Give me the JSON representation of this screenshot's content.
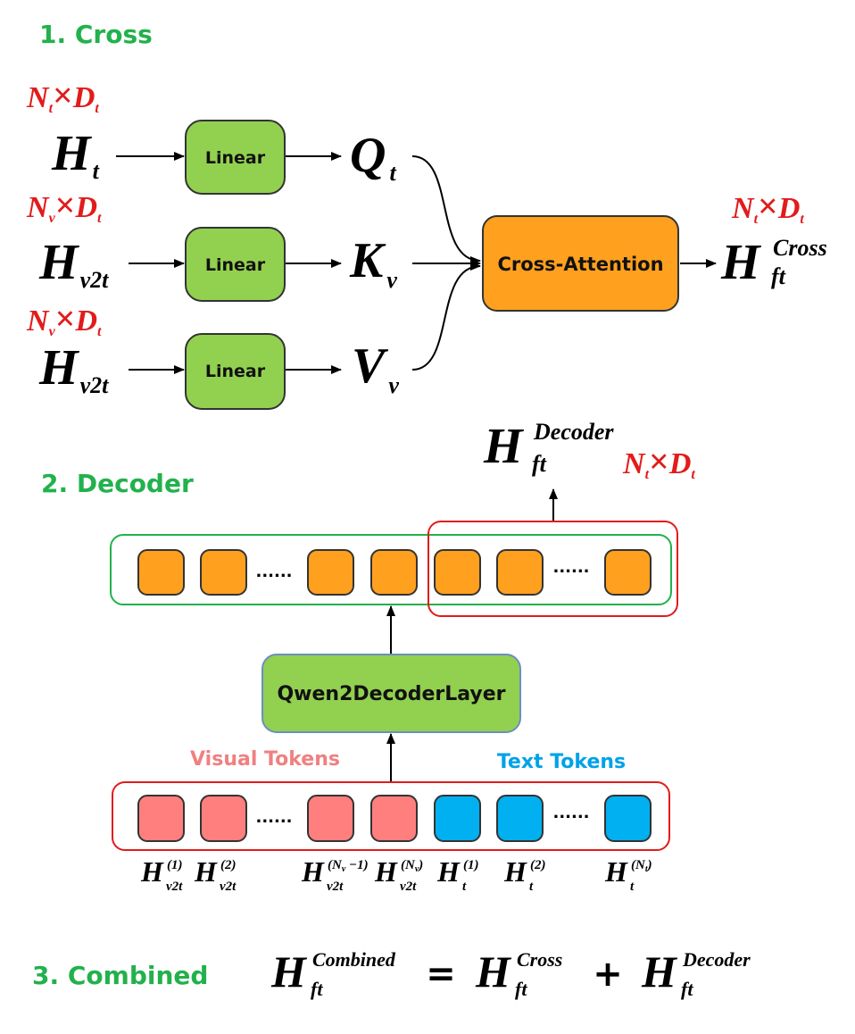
{
  "section1": {
    "title": "1. Cross"
  },
  "section2": {
    "title": "2. Decoder"
  },
  "section3": {
    "title": "3. Combined"
  },
  "cross": {
    "inputs": [
      {
        "base": "H",
        "sub": "t",
        "dim": {
          "n": "N",
          "nsub": "t",
          "x": "×",
          "d": "D",
          "dsub": "t"
        }
      },
      {
        "base": "H",
        "sub": "v2t",
        "dim": {
          "n": "N",
          "nsub": "v",
          "x": "×",
          "d": "D",
          "dsub": "t"
        }
      },
      {
        "base": "H",
        "sub": "v2t",
        "dim": {
          "n": "N",
          "nsub": "v",
          "x": "×",
          "d": "D",
          "dsub": "t"
        }
      }
    ],
    "linear_label": "Linear",
    "qkv": [
      {
        "base": "Q",
        "sub": "t"
      },
      {
        "base": "K",
        "sub": "v"
      },
      {
        "base": "V",
        "sub": "v"
      }
    ],
    "attention_label": "Cross-Attention",
    "output": {
      "base": "H",
      "sub": "ft",
      "sup": "Cross"
    },
    "output_dim": {
      "n": "N",
      "nsub": "t",
      "x": "×",
      "d": "D",
      "dsub": "t"
    }
  },
  "decoder": {
    "output": {
      "base": "H",
      "sub": "ft",
      "sup": "Decoder"
    },
    "output_dim": {
      "n": "N",
      "nsub": "t",
      "x": "×",
      "d": "D",
      "dsub": "t"
    },
    "layer_label": "Qwen2DecoderLayer",
    "visual_caption": "Visual Tokens",
    "text_caption": "Text Tokens",
    "ellipsis": "......",
    "token_labels": [
      {
        "base": "H",
        "sup": "(1)",
        "sub": "v2t"
      },
      {
        "base": "H",
        "sup": "(2)",
        "sub": "v2t"
      },
      {
        "base": "H",
        "sup": "(N",
        "supsub": "v",
        "suptail": " −1)",
        "sub": "v2t"
      },
      {
        "base": "H",
        "sup": "(N",
        "supsub": "v",
        "suptail": ")",
        "sub": "v2t"
      },
      {
        "base": "H",
        "sup": "(1)",
        "sub": "t"
      },
      {
        "base": "H",
        "sup": "(2)",
        "sub": "t"
      },
      {
        "base": "H",
        "sup": "(N",
        "supsub": "t",
        "suptail": ")",
        "sub": "t"
      }
    ]
  },
  "combined": {
    "lhs": {
      "base": "H",
      "sub": "ft",
      "sup": "Combined"
    },
    "equals": "=",
    "term1": {
      "base": "H",
      "sub": "ft",
      "sup": "Cross"
    },
    "plus": "+",
    "term2": {
      "base": "H",
      "sub": "ft",
      "sup": "Decoder"
    }
  },
  "colors": {
    "section_title": "#22b14c",
    "linear_fill": "#92d050",
    "attention_fill": "#ffa01e",
    "token_orange": "#ffa01e",
    "token_pink": "#ff7f7f",
    "token_blue": "#00b0f0",
    "visual_caption": "#f08080",
    "text_caption": "#00a2e8",
    "dim_red": "#e21b1b",
    "decoder_fill": "#92d050",
    "decoder_border": "#6c8ebf"
  }
}
